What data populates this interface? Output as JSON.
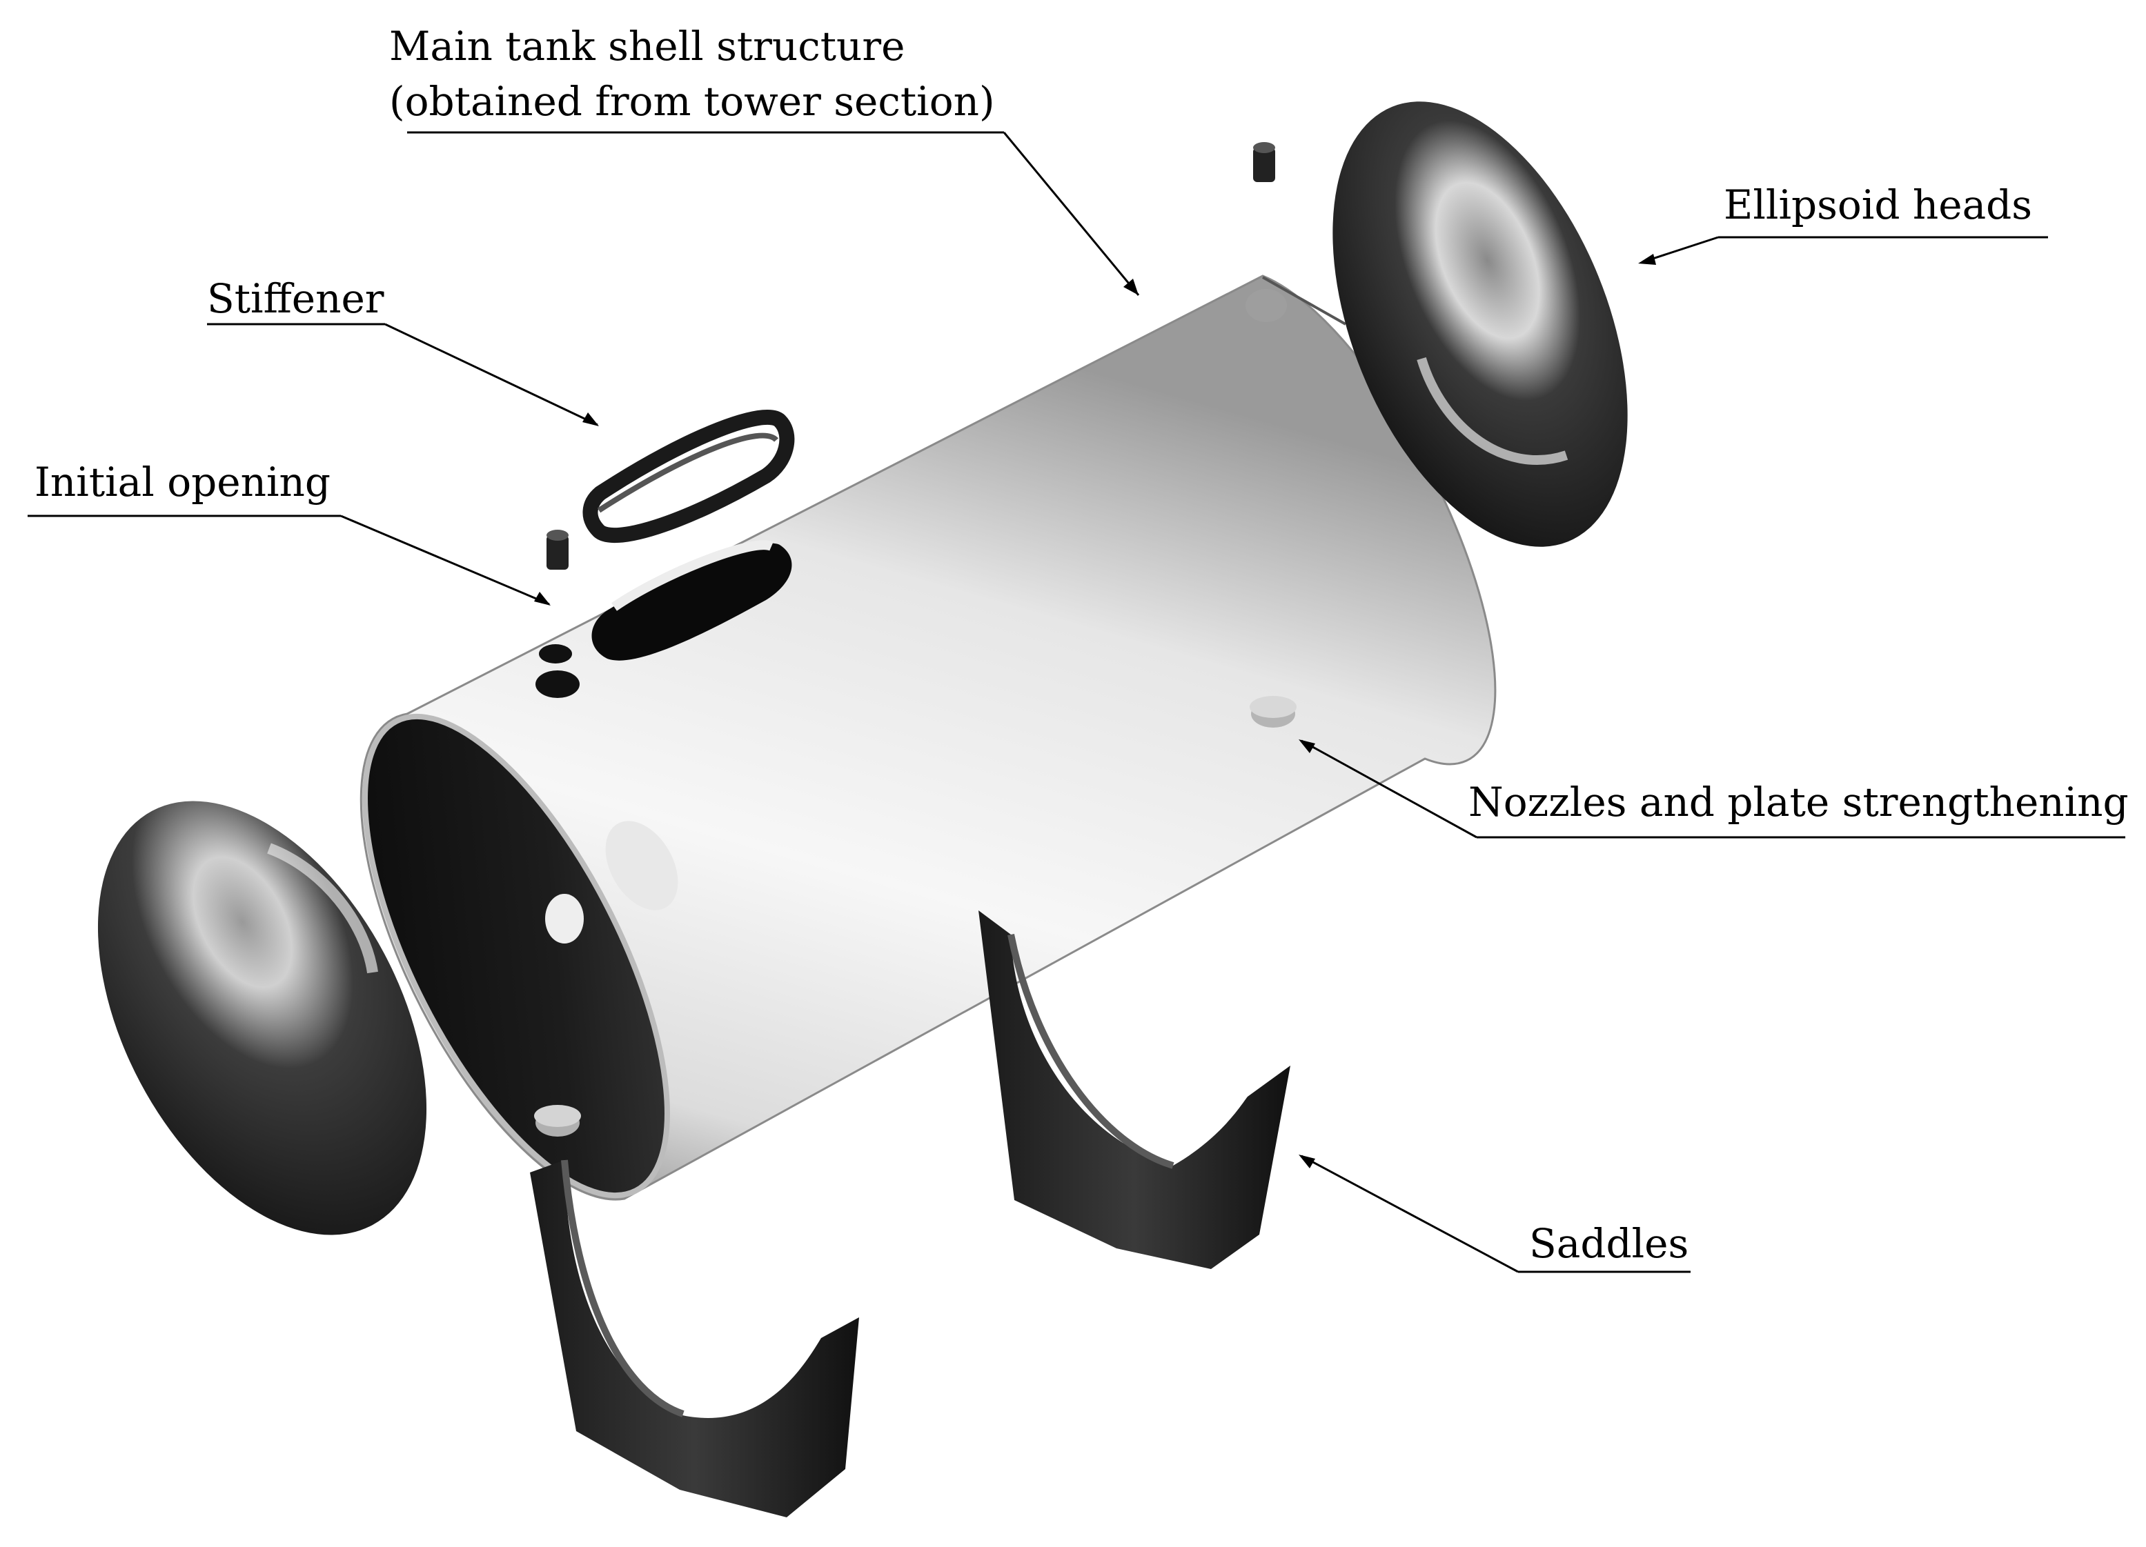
{
  "labels": {
    "main_tank_line1": "Main tank shell structure",
    "main_tank_line2": "(obtained from tower section)",
    "ellipsoid_heads": "Ellipsoid heads",
    "stiffener": "Stiffener",
    "initial_opening": "Initial opening",
    "nozzles": "Nozzles and plate strengthening",
    "saddles": "Saddles"
  },
  "colors": {
    "shell_light": "#f4f4f4",
    "shell_mid": "#bdbdbd",
    "shell_dark": "#6e6e6e",
    "part_dark": "#2a2a2a",
    "part_black": "#0c0c0c",
    "leader": "#000000"
  }
}
